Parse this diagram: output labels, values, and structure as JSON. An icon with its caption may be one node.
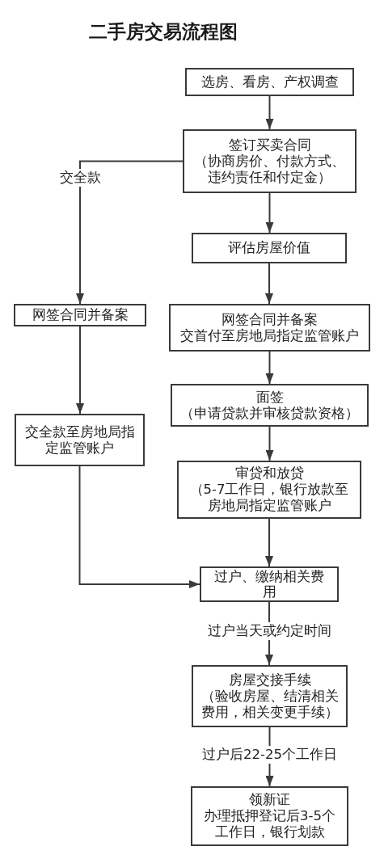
{
  "diagram": {
    "title": "二手房交易流程图",
    "nodes": [
      {
        "text": [
          "选房、看房、产权调查"
        ]
      },
      {
        "text": [
          "签订买卖合同",
          "（协商房价、付款方式、违约责任和付定金）"
        ]
      },
      {
        "text": [
          "评估房屋价值"
        ]
      },
      {
        "text": [
          "网签合同并备案",
          "交首付至房地局指定监管账户"
        ]
      },
      {
        "text": [
          "面签",
          "（申请贷款并审核贷款资格）"
        ]
      },
      {
        "text": [
          "审贷和放贷",
          "（5-7工作日，银行放款至房地局指定监管账户"
        ]
      },
      {
        "text": [
          "过户、缴纳相关费用"
        ]
      },
      {
        "text": [
          "房屋交接手续",
          "（验收房屋、结清相关费用，相关变更手续）"
        ]
      },
      {
        "text": [
          "领新证",
          "办理抵押登记后3-5个工作日，银行划款"
        ]
      },
      {
        "text": [
          "网签合同并备案"
        ]
      },
      {
        "text": [
          "交全款至房地局指定监管账户"
        ]
      }
    ],
    "edges": [
      {
        "from": 0,
        "to": 1,
        "arrow": "to"
      },
      {
        "from": 1,
        "to": 2,
        "arrow": "to"
      },
      {
        "from": 2,
        "to": 3,
        "arrow": "to"
      },
      {
        "from": 3,
        "to": 4,
        "arrow": "to"
      },
      {
        "from": 4,
        "to": 5,
        "arrow": "to"
      },
      {
        "from": 5,
        "to": 6,
        "arrow": "to"
      },
      {
        "from": 6,
        "to": 7,
        "arrow": "to",
        "label": "过户当天或约定时间"
      },
      {
        "from": 7,
        "to": 8,
        "arrow": "to",
        "label": "过户后22-25个工作日"
      },
      {
        "from": 1,
        "to": 9,
        "arrow": "to",
        "label": "交全款"
      },
      {
        "from": 9,
        "to": 10,
        "arrow": "to"
      },
      {
        "from": 10,
        "to": 6,
        "arrow": "to"
      }
    ]
  }
}
